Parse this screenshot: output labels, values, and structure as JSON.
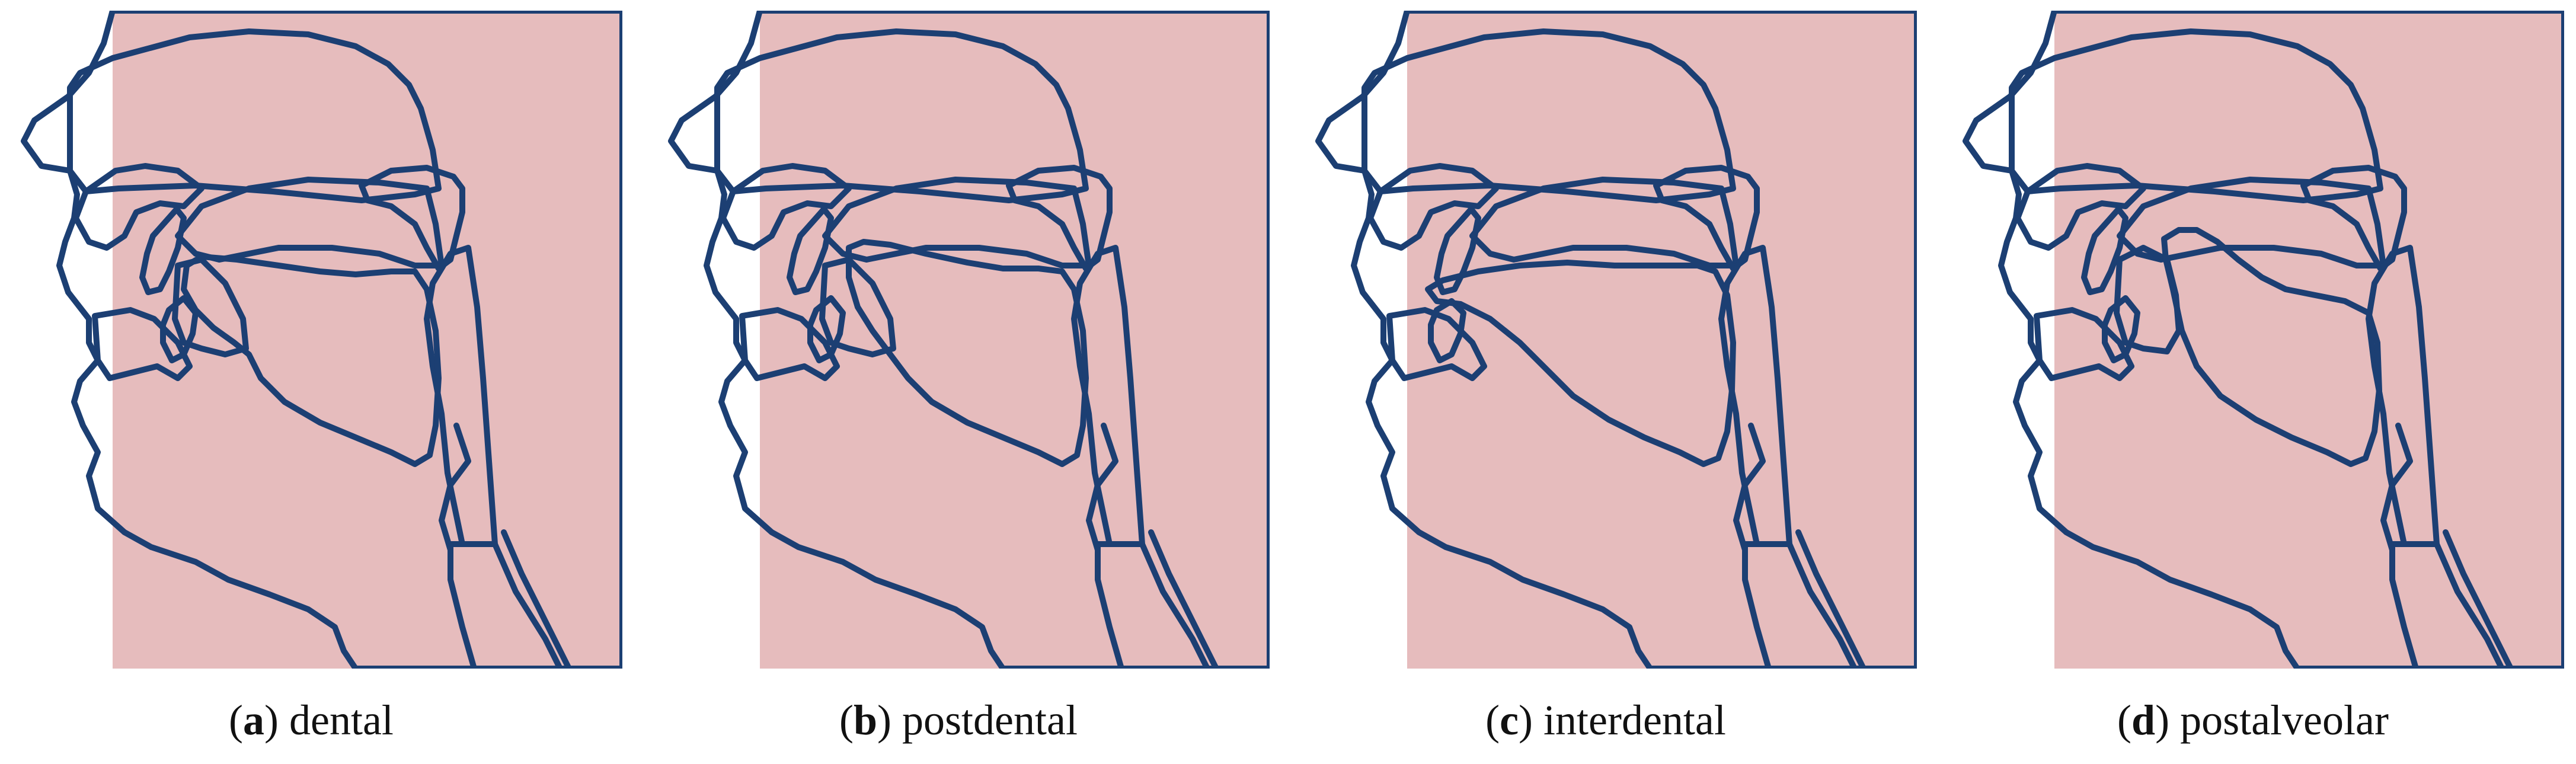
{
  "colors": {
    "outline": "#1c3f73",
    "face_tissue": "#e6bcbd",
    "nasal_cavity": "#b9c9da",
    "palate": "#bdb7d2",
    "velum": "#b87bb4",
    "tongue": "#e87797",
    "pharynx": "#b9c7b2",
    "larynx": "#eef4c2",
    "teeth": "#ffffff"
  },
  "panels": [
    {
      "letter": "a",
      "label": "dental",
      "tongue_variant": "dental"
    },
    {
      "letter": "b",
      "label": "postdental",
      "tongue_variant": "postdental"
    },
    {
      "letter": "c",
      "label": "interdental",
      "tongue_variant": "interdental"
    },
    {
      "letter": "d",
      "label": "postalveolar",
      "tongue_variant": "postalveolar"
    }
  ]
}
